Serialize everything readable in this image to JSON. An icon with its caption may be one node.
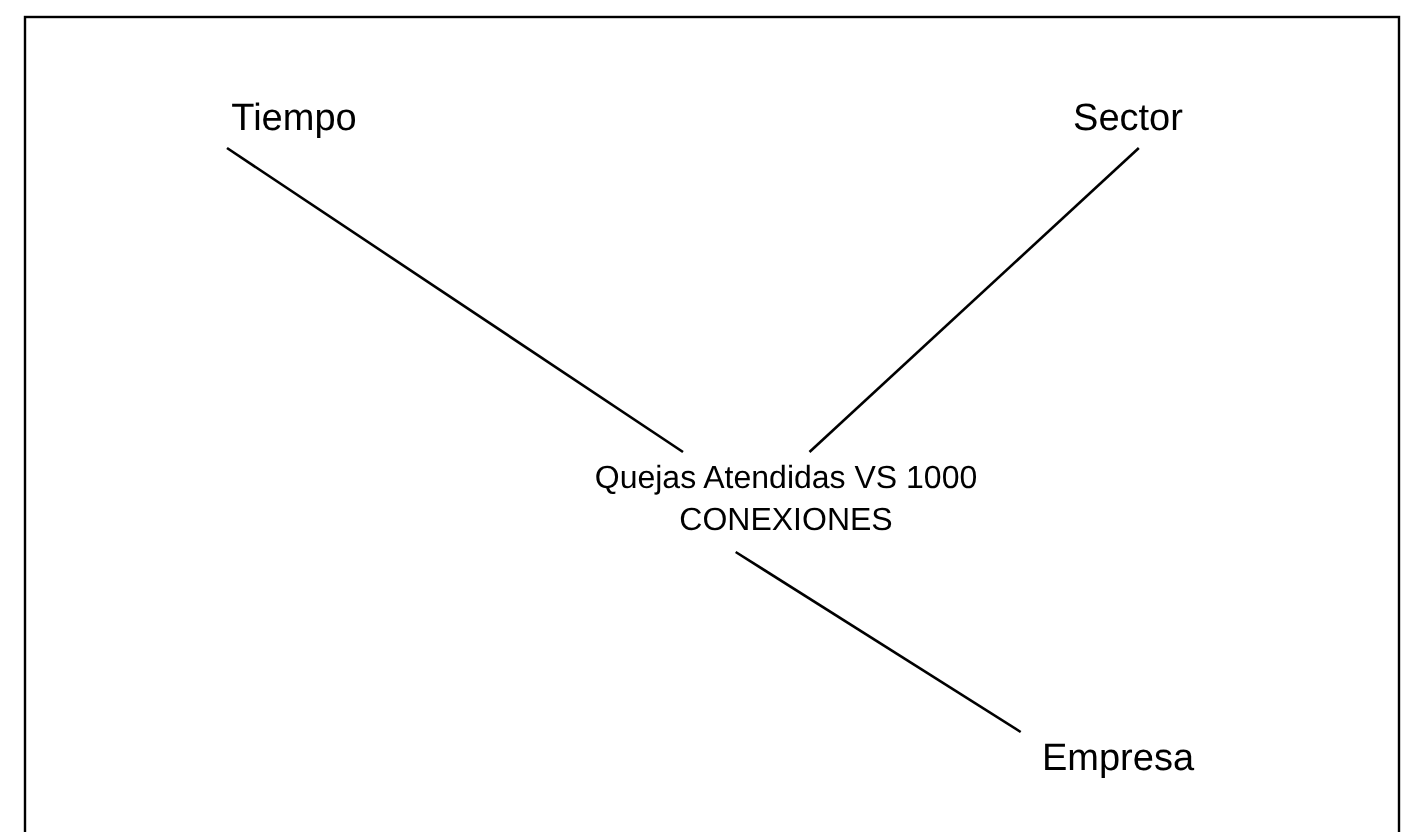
{
  "diagram": {
    "nodes": [
      {
        "text": [
          "Tiempo"
        ]
      },
      {
        "text": [
          "Sector"
        ]
      },
      {
        "text": [
          "Quejas Atendidas VS 1000 CONEXIONES"
        ]
      },
      {
        "text": [
          "Empresa"
        ]
      }
    ],
    "edges": [
      {
        "from": 0,
        "to": 2,
        "arrow": "none"
      },
      {
        "from": 1,
        "to": 2,
        "arrow": "none"
      },
      {
        "from": 2,
        "to": 3,
        "arrow": "none"
      }
    ]
  }
}
